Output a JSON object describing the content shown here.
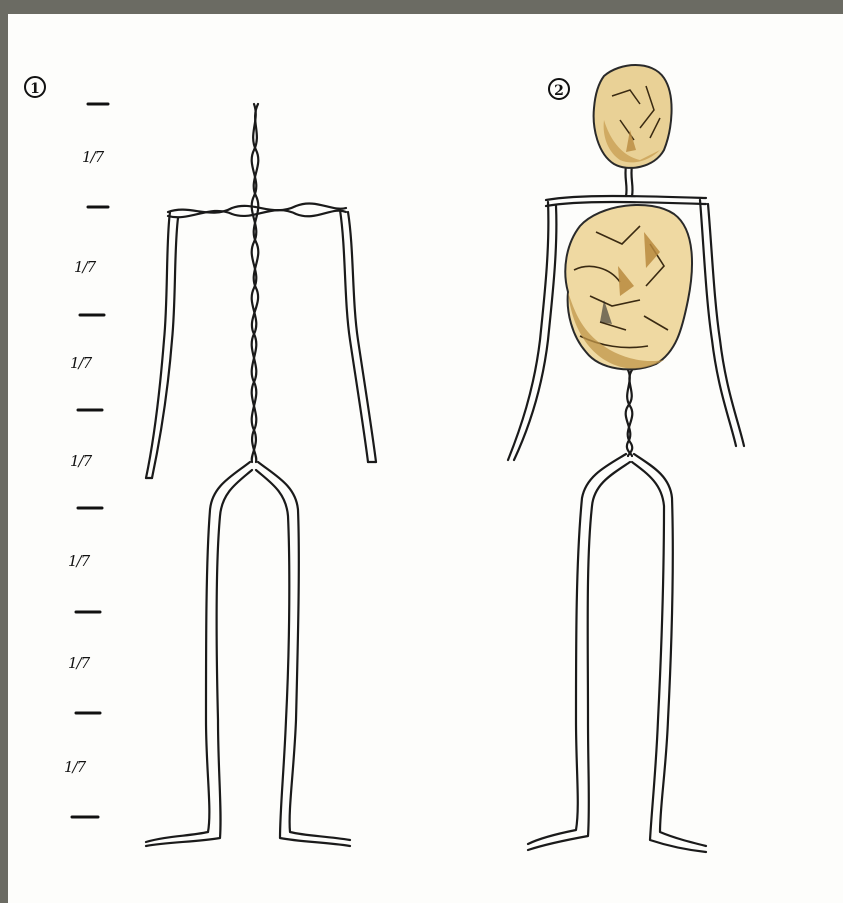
{
  "figures": [
    {
      "number": "1",
      "name": "wire armature"
    },
    {
      "number": "2",
      "name": "wire armature with padding"
    }
  ],
  "scale": {
    "fractions": [
      "1/7",
      "1/7",
      "1/7",
      "1/7",
      "1/7",
      "1/7",
      "1/7"
    ]
  },
  "colors": {
    "paper": "#fdfdfb",
    "frame": "#6b6b63",
    "ink": "#111111",
    "padding_fill": "#e8cf93",
    "padding_shade": "#b8893e"
  }
}
